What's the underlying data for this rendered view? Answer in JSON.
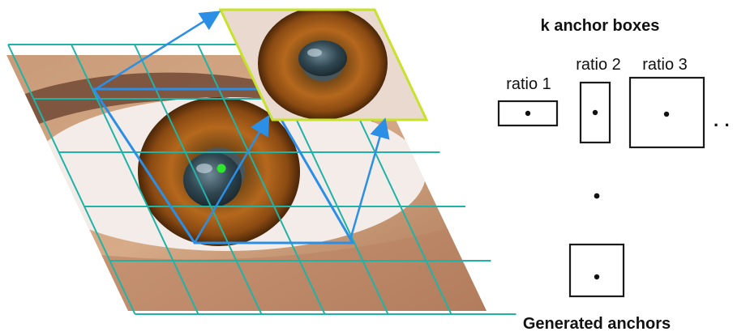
{
  "right_panel": {
    "title": "k anchor boxes",
    "ratio_labels": [
      "ratio 1",
      "ratio 2",
      "ratio 3"
    ],
    "ellipsis": "· ·",
    "footer": "Generated anchors"
  },
  "colors": {
    "grid": "#1fb3a8",
    "arrow": "#2b8fe6",
    "zoom_frame": "#c6e22a",
    "center_dot": "#2ee62e",
    "box_stroke": "#1a1a1a"
  },
  "icons": {
    "eye_photo": "eye-closeup-image",
    "iris_zoom": "iris-zoom-image"
  }
}
